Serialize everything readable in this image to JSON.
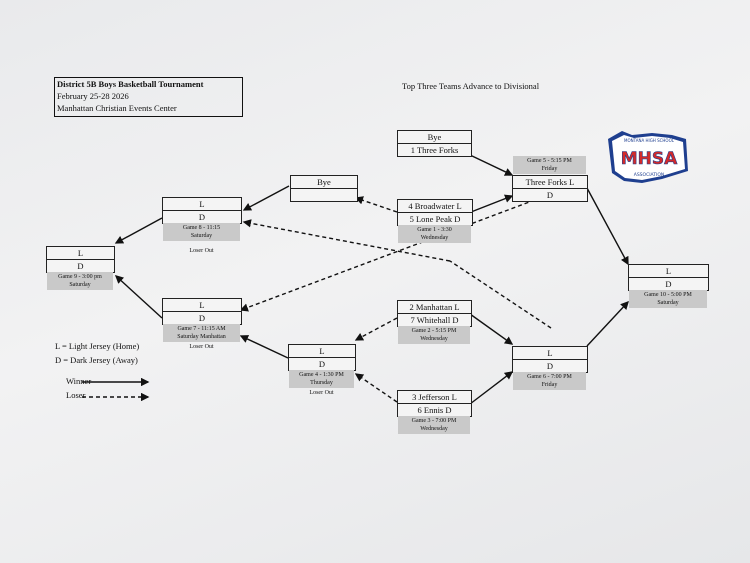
{
  "header": {
    "title": "District 5B Boys Basketball Tournament",
    "dates": "February 25-28 2026",
    "venue": "Manhattan Christian Events Center",
    "note": "Top Three Teams Advance to Divisional"
  },
  "logo": {
    "top_text": "MONTANA HIGH SCHOOL",
    "main": "MHSA",
    "bottom_text": "ASSOCIATION"
  },
  "boxes": {
    "g5_top": {
      "r1": "Bye",
      "r2": "1 Three Forks"
    },
    "g5": {
      "cap1": "Game 5 - 5:15 PM",
      "cap2": "Friday",
      "r1": "Three Forks L",
      "r2": "D"
    },
    "g8_bye": {
      "r1": "Bye"
    },
    "g8": {
      "r1": "L",
      "r2": "D",
      "cap1": "Game 8 - 11:15",
      "cap2": "Saturday",
      "loser": "Loser Out"
    },
    "g1": {
      "r1": "4 Broadwater  L",
      "r2": "5 Lone Peak D",
      "cap1": "Game 1 - 3:30",
      "cap2": "Wednesday"
    },
    "g9": {
      "r1": "L",
      "r2": "D",
      "cap1": "Game 9 - 3:00 pm",
      "cap2": "Saturday"
    },
    "g7": {
      "r1": "L",
      "r2": "D",
      "cap1": "Game 7 - 11:15 AM",
      "cap2": "Saturday Manhattan",
      "loser": "Loser Out"
    },
    "g2": {
      "r1": "2 Manhattan  L",
      "r2": "7 Whitehall D",
      "cap1": "Game 2 - 5:15 PM",
      "cap2": "Wednesday"
    },
    "g4": {
      "r1": "L",
      "r2": "D",
      "cap1": "Game 4 - 1:30 PM",
      "cap2": "Thursday",
      "loser": "Loser Out"
    },
    "g6": {
      "r1": "L",
      "r2": "D",
      "cap1": "Game 6 - 7:00 PM",
      "cap2": "Friday"
    },
    "g3": {
      "r1": "3 Jefferson L",
      "r2": "6 Ennis D",
      "cap1": "Game 3 - 7:00 PM",
      "cap2": "Wednesday"
    },
    "g10": {
      "r1": "L",
      "r2": "D",
      "cap1": "Game 10 - 5:00 PM",
      "cap2": "Saturday"
    }
  },
  "legend": {
    "light": "L = Light Jersey  (Home)",
    "dark": "D = Dark Jersey  (Away)",
    "winner": "Winner",
    "loser": "Loser"
  }
}
